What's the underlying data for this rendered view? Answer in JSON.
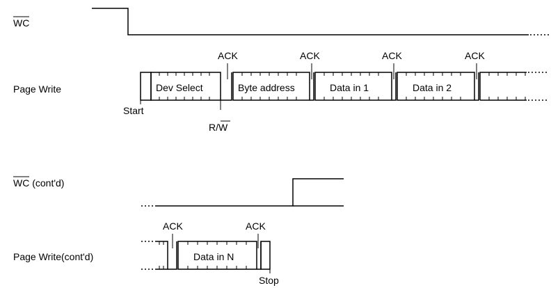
{
  "signals": {
    "wc": "WC",
    "page_write": "Page Write",
    "wc_contd_over": "WC",
    "wc_contd_rest": " (cont'd)",
    "page_write_contd": "Page Write(cont'd)"
  },
  "fields": {
    "dev_select": "Dev Select",
    "byte_address": "Byte address",
    "data_in_1": "Data in 1",
    "data_in_2": "Data in 2",
    "data_in_n": "Data in N"
  },
  "markers": {
    "start": "Start",
    "rw_r": "R/",
    "rw_w": "W",
    "stop": "Stop",
    "ack1": "ACK",
    "ack2": "ACK",
    "ack3": "ACK",
    "ack4": "ACK",
    "ack5": "ACK",
    "ack6": "ACK"
  }
}
